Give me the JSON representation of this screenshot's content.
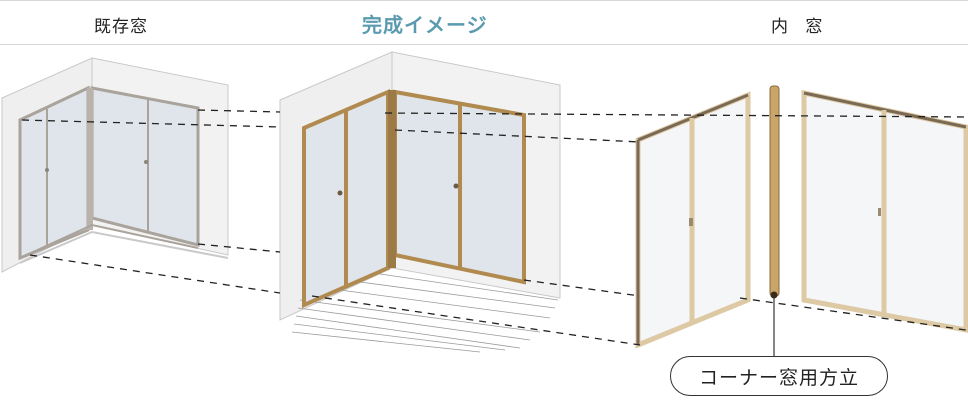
{
  "header": {
    "labels": [
      {
        "id": "existing",
        "text": "既存窓"
      },
      {
        "id": "complete",
        "text": "完成イメージ"
      },
      {
        "id": "inner",
        "text": "内 窓"
      }
    ],
    "accent_color": "#5b9bb0"
  },
  "callout": {
    "text": "コーナー窓用方立"
  },
  "colors": {
    "wall": "#efefef",
    "wall_edge": "#c9c9c9",
    "glass": "#dfe5ea",
    "existing_frame": "#a9a39b",
    "inner_frame_gold": "#b08a4f",
    "inner_frame_light": "#ddc9a3",
    "inner_frame_dark": "#7a6a55",
    "dashed_line": "#222222"
  }
}
